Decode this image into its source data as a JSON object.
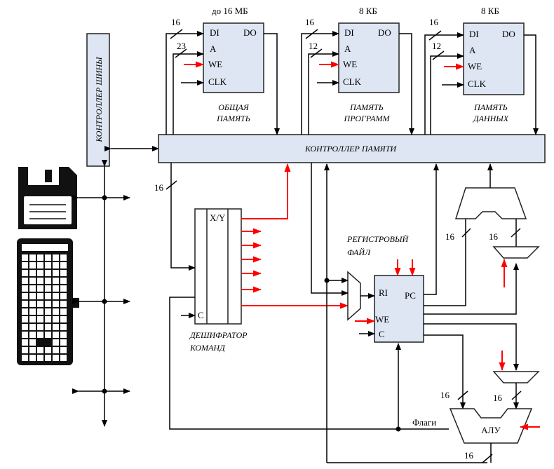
{
  "memory": {
    "shared": {
      "size": "до 16 МБ",
      "caption_line1": "ОБЩАЯ",
      "caption_line2": "ПАМЯТЬ",
      "bus_width": "16",
      "addr_width": "23"
    },
    "program": {
      "size": "8 КБ",
      "caption_line1": "ПАМЯТЬ",
      "caption_line2": "ПРОГРАММ",
      "bus_width": "16",
      "addr_width": "12"
    },
    "data": {
      "size": "8 КБ",
      "caption_line1": "ПАМЯТЬ",
      "caption_line2": "ДАННЫХ",
      "bus_width": "16",
      "addr_width": "12"
    },
    "pins": {
      "di": "DI",
      "do": "DO",
      "a": "A",
      "we": "WE",
      "clk": "CLK"
    }
  },
  "bus_controller": {
    "label": "КОНТРОЛЛЕР ШИНЫ"
  },
  "memory_controller": {
    "label": "КОНТРОЛЛЕР ПАМЯТИ"
  },
  "decoder": {
    "xy": "X/Y",
    "c": "C",
    "caption_line1": "ДЕШИФРАТОР",
    "caption_line2": "КОМАНД",
    "bus_width": "16"
  },
  "register_file": {
    "caption_line1": "РЕГИСТРОВЫЙ",
    "caption_line2": "ФАЙЛ",
    "ri": "RI",
    "pc": "PC",
    "we": "WE",
    "c": "C"
  },
  "alu": {
    "label": "АЛУ",
    "flags": "Флаги",
    "in_left_width": "16",
    "in_right_width": "16",
    "out_width": "16",
    "mux_width": "16"
  },
  "colors": {
    "line": "#000000",
    "control": "#ff0000",
    "box_fill": "#dde6f2",
    "box_stroke": "#222222"
  },
  "icons": [
    "floppy-disk-icon",
    "keyboard-icon"
  ]
}
